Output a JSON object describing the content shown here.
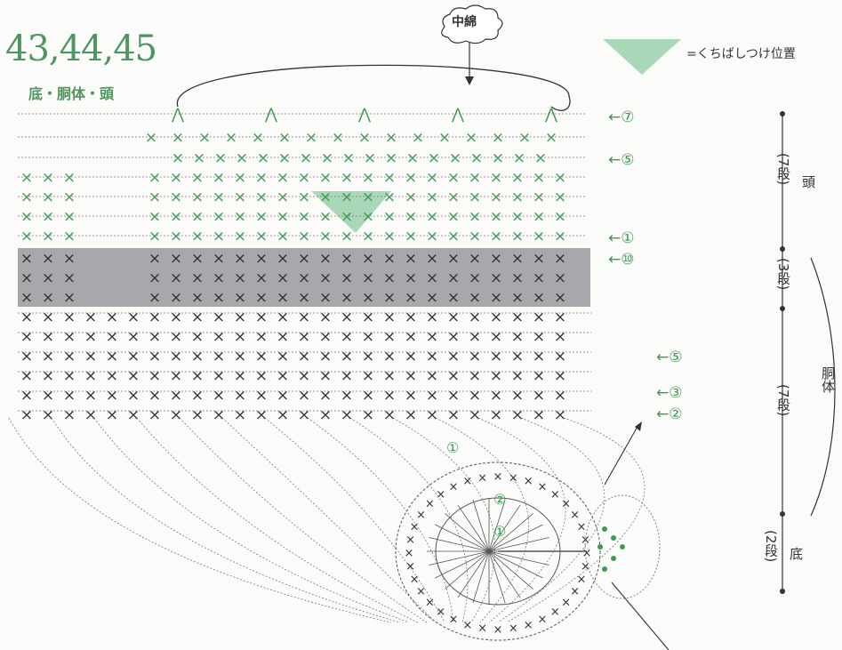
{
  "title": {
    "pattern_numbers": "43,44,45",
    "parts": "底・胴体・頭"
  },
  "legend": {
    "description": "=くちばしつけ位置",
    "color": "#a9d8b8"
  },
  "cloud_label": "中綿",
  "row_markers": {
    "head_7": "←⑦",
    "head_5": "←⑤",
    "head_1": "←①",
    "body_10": "←⑩",
    "body_5": "←⑤",
    "body_3": "←③",
    "body_2": "←②"
  },
  "sections": {
    "head_rows": "(7段)",
    "head_label": "頭",
    "body_upper_rows": "(3段)",
    "body_lower_rows": "(7段)",
    "body_label": "胴体",
    "base_rows": "(2段)",
    "base_label": "底"
  },
  "base_rounds": {
    "outer": "①",
    "second": "②",
    "inner": "①"
  },
  "colors": {
    "green": "#3f9a55",
    "gray_band": "#a9a7ac",
    "black": "#333333"
  }
}
